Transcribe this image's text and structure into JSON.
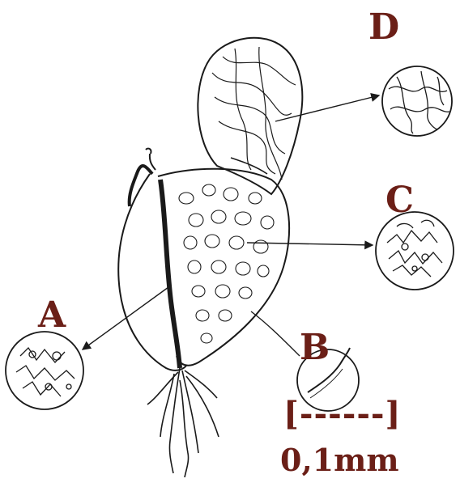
{
  "labels": {
    "a": "A",
    "b": "B",
    "c": "C",
    "d": "D"
  },
  "scale_bar": {
    "bar": "[------]",
    "label": "0,1mm"
  },
  "colors": {
    "label": "#6b1f17",
    "ink": "#1a1a1a",
    "paper": "#ffffff"
  }
}
